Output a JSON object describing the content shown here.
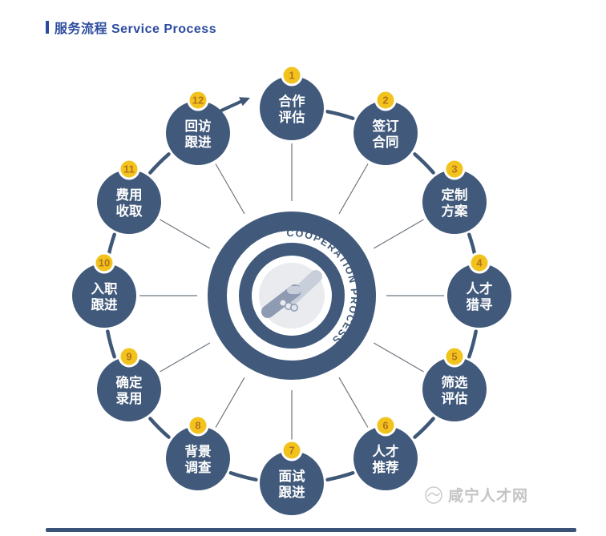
{
  "header": {
    "title": "服务流程 Service Process"
  },
  "hub": {
    "ring_text": "COOPERATION PROCESS",
    "icon": "handshake"
  },
  "nodes": [
    {
      "num": "1",
      "line1": "合作",
      "line2": "评估"
    },
    {
      "num": "2",
      "line1": "签订",
      "line2": "合同"
    },
    {
      "num": "3",
      "line1": "定制",
      "line2": "方案"
    },
    {
      "num": "4",
      "line1": "人才",
      "line2": "猎寻"
    },
    {
      "num": "5",
      "line1": "筛选",
      "line2": "评估"
    },
    {
      "num": "6",
      "line1": "人才",
      "line2": "推荐"
    },
    {
      "num": "7",
      "line1": "面试",
      "line2": "跟进"
    },
    {
      "num": "8",
      "line1": "背景",
      "line2": "调查"
    },
    {
      "num": "9",
      "line1": "确定",
      "line2": "录用"
    },
    {
      "num": "10",
      "line1": "入职",
      "line2": "跟进"
    },
    {
      "num": "11",
      "line1": "费用",
      "line2": "收取"
    },
    {
      "num": "12",
      "line1": "回访",
      "line2": "跟进"
    }
  ],
  "watermark": {
    "text": "咸宁人才网",
    "icon": "site-logo"
  },
  "colors": {
    "navy": "#41597b",
    "connector_navy": "#3f5878",
    "badge_yellow": "#f2c31d",
    "badge_number": "#b5721c",
    "header_blue": "#2b4b9e",
    "spoke_gray": "#6e7680",
    "watermark_gray": "#c4c4c4",
    "icon_light": "#c8cfdb",
    "icon_dark": "#8f9bb3"
  }
}
